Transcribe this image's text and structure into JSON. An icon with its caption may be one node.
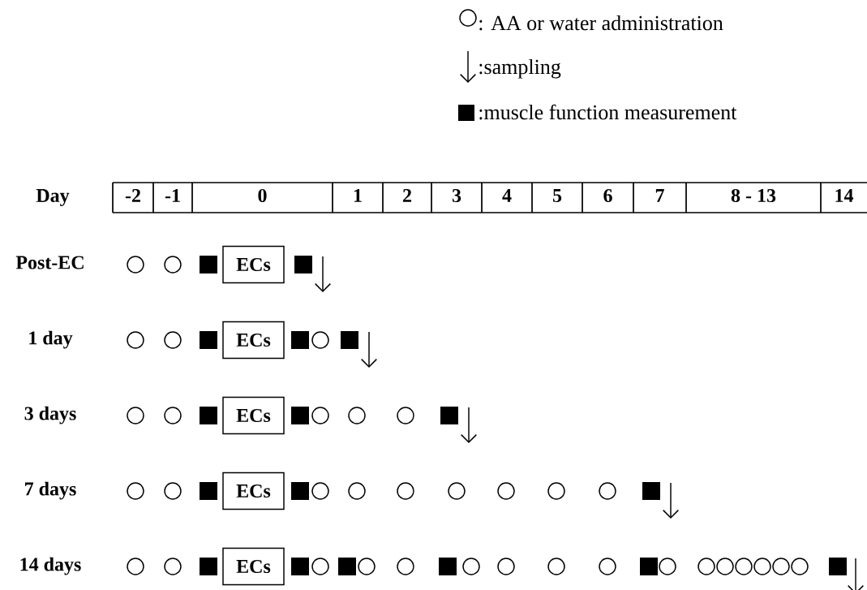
{
  "diagram": {
    "nodes": [
      {
        "text": [
          "ECs"
        ]
      },
      {
        "text": [
          "ECs"
        ]
      },
      {
        "text": [
          "ECs"
        ]
      },
      {
        "text": [
          "ECs"
        ]
      },
      {
        "text": [
          "ECs"
        ]
      }
    ],
    "labels": [
      "Day",
      "-2",
      "-1",
      "0",
      "1",
      "2",
      "3",
      "4",
      "5",
      "6",
      "7",
      "8 - 13",
      "14",
      "Post-EC",
      "1 day",
      "3 days",
      "7 days",
      "14 days"
    ],
    "legend": [
      {
        "text": ": AA or water administration"
      },
      {
        "text": ":sampling"
      },
      {
        "text": ":muscle function measurement"
      }
    ]
  }
}
